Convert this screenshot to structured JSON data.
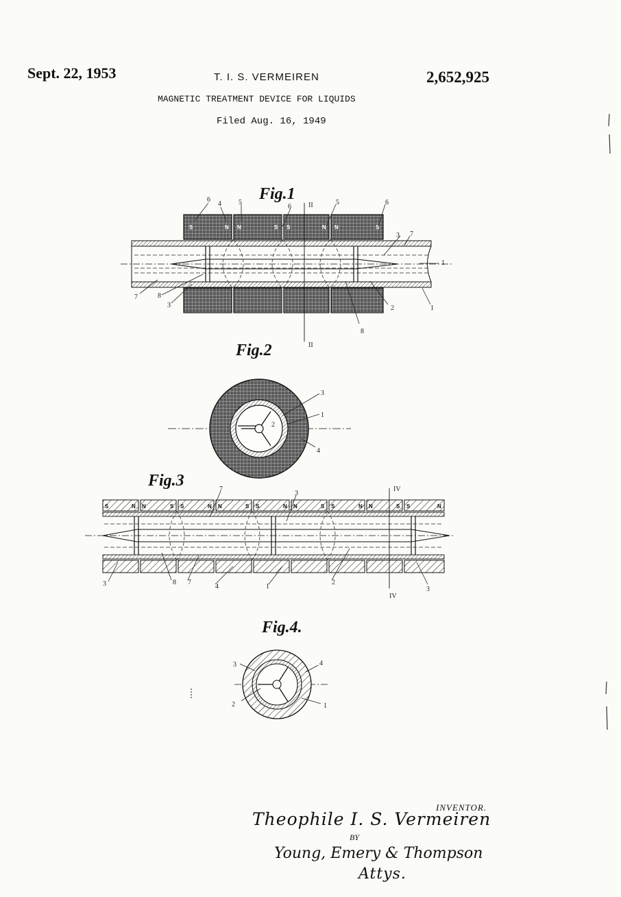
{
  "header": {
    "date": "Sept. 22, 1953",
    "inventor_name": "T. I. S. VERMEIREN",
    "patent_number": "2,652,925",
    "title": "MAGNETIC TREATMENT DEVICE FOR LIQUIDS",
    "filed": "Filed Aug. 16, 1949"
  },
  "figures": {
    "fig1": "Fig.1",
    "fig2": "Fig.2",
    "fig3": "Fig.3",
    "fig4": "Fig.4."
  },
  "section_marks": {
    "ii": "II",
    "iv": "IV"
  },
  "pole_labels": {
    "north": "N",
    "south": "S"
  },
  "reference_numerals": {
    "n1": "1",
    "n2": "2",
    "n3": "3",
    "n4": "4",
    "n5": "5",
    "n6": "6",
    "n7": "7",
    "n8": "8"
  },
  "signature": {
    "caption": "INVENTOR.",
    "name": "Theophile I. S. Vermeiren",
    "by": "BY",
    "attorneys": "Young, Emery & Thompson",
    "attys": "Attys."
  },
  "colors": {
    "ink": "#111111",
    "paper": "#fbfbf8"
  }
}
